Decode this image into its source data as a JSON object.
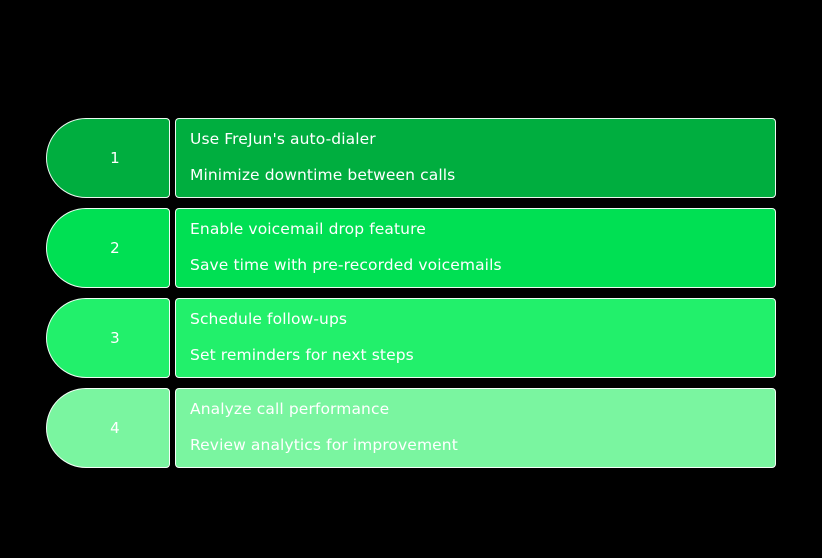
{
  "background_color": "#000000",
  "text_color": "#ffffff",
  "border_color": "#ffffff",
  "diagram": {
    "type": "numbered-step-list",
    "steps": [
      {
        "number": "1",
        "title": "Use FreJun's auto-dialer",
        "subtitle": "Minimize downtime between calls",
        "color": "#00AE3F"
      },
      {
        "number": "2",
        "title": "Enable voicemail drop feature",
        "subtitle": "Save time with pre-recorded voicemails",
        "color": "#00E053"
      },
      {
        "number": "3",
        "title": "Schedule follow-ups",
        "subtitle": "Set reminders for next steps",
        "color": "#22F06B"
      },
      {
        "number": "4",
        "title": "Analyze call performance",
        "subtitle": "Review analytics for improvement",
        "color": "#7AF5A0"
      }
    ]
  }
}
